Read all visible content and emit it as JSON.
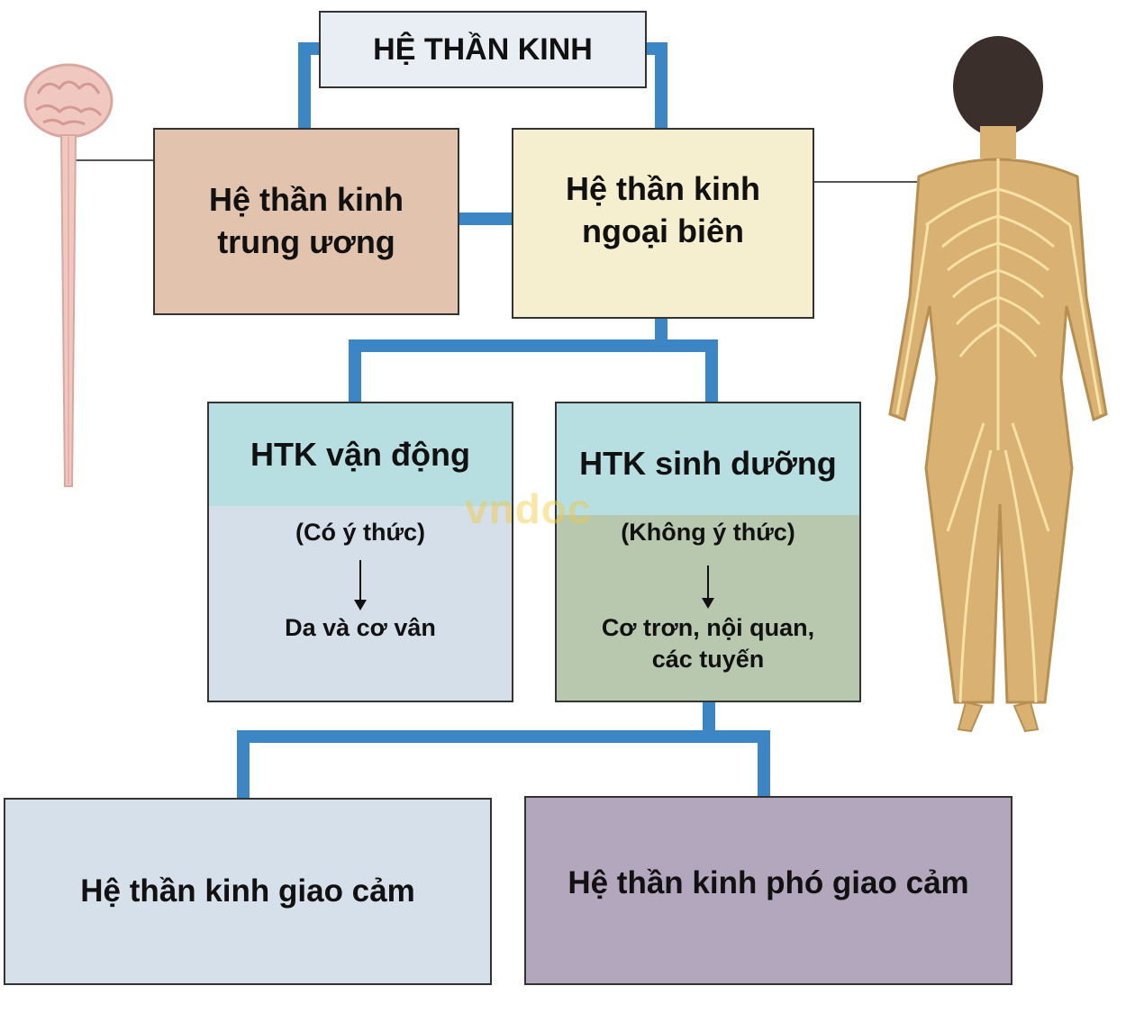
{
  "diagram": {
    "root": {
      "label": "HỆ THẦN KINH"
    },
    "central": {
      "line1": "Hệ thần kinh",
      "line2": "trung ương"
    },
    "peripheral": {
      "line1": "Hệ thần kinh",
      "line2": "ngoại biên"
    },
    "somatic": {
      "title": "HTK vận động",
      "note": "(Có ý thức)",
      "target": "Da và cơ vân"
    },
    "autonomic": {
      "title": "HTK sinh dưỡng",
      "note": "(Không ý thức)",
      "target_line1": "Cơ trơn, nội quan,",
      "target_line2": "các tuyến"
    },
    "sympathetic": {
      "label": "Hệ thần kinh giao cảm"
    },
    "parasympathetic": {
      "label": "Hệ thần kinh phó giao cảm"
    },
    "watermark": "vndoc"
  },
  "colors": {
    "connector": "#3d86c6",
    "root_fill": "#e8eef4",
    "central_fill": "#e2c3ad",
    "peripheral_fill": "#f5efcf",
    "somatic_head": "#b7dfe2",
    "somatic_body": "#d5dfe9",
    "autonomic_head": "#b7dfe2",
    "autonomic_body": "#b8c8ae",
    "sympathetic_fill": "#d6e0ea",
    "parasympathetic_fill": "#b3a7bd"
  },
  "icons": [
    "brain-spinal-cord-icon",
    "human-nervous-system-figure"
  ]
}
